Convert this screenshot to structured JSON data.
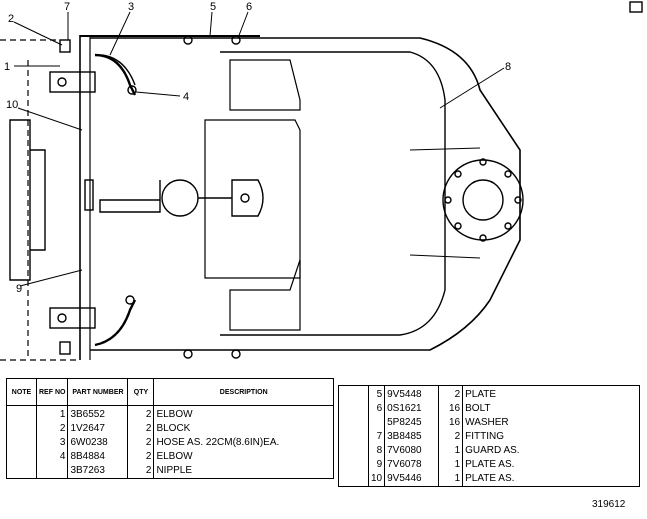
{
  "callouts": [
    "1",
    "2",
    "3",
    "4",
    "5",
    "6",
    "7",
    "8",
    "9",
    "10"
  ],
  "left_table": {
    "headers": {
      "note": "NOTE",
      "ref_no": "REF NO",
      "part_number": "PART NUMBER",
      "qty": "QTY",
      "description": "DESCRIPTION"
    },
    "rows": [
      {
        "note": "",
        "ref": "1",
        "part": "3B6552",
        "qty": "2",
        "desc": "ELBOW"
      },
      {
        "note": "",
        "ref": "2",
        "part": "1V2647",
        "qty": "2",
        "desc": "BLOCK"
      },
      {
        "note": "",
        "ref": "3",
        "part": "6W0238",
        "qty": "2",
        "desc": "HOSE AS.  22CM(8.6IN)EA."
      },
      {
        "note": "",
        "ref": "4",
        "part": "8B4884",
        "qty": "2",
        "desc": "ELBOW"
      },
      {
        "note": "",
        "ref": "",
        "part": "3B7263",
        "qty": "2",
        "desc": "NIPPLE"
      }
    ]
  },
  "right_table": {
    "rows": [
      {
        "note": "",
        "ref": "5",
        "part": "9V5448",
        "qty": "2",
        "desc": "PLATE"
      },
      {
        "note": "",
        "ref": "6",
        "part": "0S1621",
        "qty": "16",
        "desc": "BOLT"
      },
      {
        "note": "",
        "ref": "",
        "part": "5P8245",
        "qty": "16",
        "desc": "WASHER"
      },
      {
        "note": "",
        "ref": "7",
        "part": "3B8485",
        "qty": "2",
        "desc": "FITTING"
      },
      {
        "note": "",
        "ref": "8",
        "part": "7V6080",
        "qty": "1",
        "desc": "GUARD AS."
      },
      {
        "note": "",
        "ref": "9",
        "part": "7V6078",
        "qty": "1",
        "desc": "PLATE AS."
      },
      {
        "note": "",
        "ref": "10",
        "part": "9V5446",
        "qty": "1",
        "desc": "PLATE AS."
      }
    ]
  },
  "figure_number": "319612"
}
